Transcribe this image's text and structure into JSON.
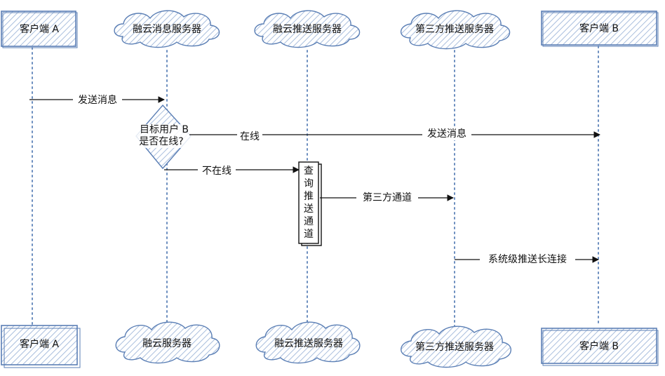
{
  "participants_top": [
    {
      "id": "client-a",
      "label": "客户端 A",
      "shape": "box"
    },
    {
      "id": "rong-msg",
      "label": "融云消息服务器",
      "shape": "cloud"
    },
    {
      "id": "rong-push",
      "label": "融云推送服务器",
      "shape": "cloud"
    },
    {
      "id": "third-push",
      "label": "第三方推送服务器",
      "shape": "cloud"
    },
    {
      "id": "client-b",
      "label": "客户端 B",
      "shape": "box"
    }
  ],
  "participants_bottom": [
    {
      "id": "client-a",
      "label": "客户端 A",
      "shape": "box"
    },
    {
      "id": "rong-msg",
      "label": "融云服务器",
      "shape": "cloud"
    },
    {
      "id": "rong-push",
      "label": "融云推送服务器",
      "shape": "cloud"
    },
    {
      "id": "third-push",
      "label": "第三方推送服务器",
      "shape": "cloud"
    },
    {
      "id": "client-b",
      "label": "客户端 B",
      "shape": "box"
    }
  ],
  "decision": {
    "line1": "目标用户 B",
    "line2": "是否在线?"
  },
  "activation": {
    "chars": [
      "查",
      "询",
      "推",
      "送",
      "通",
      "道"
    ]
  },
  "messages": {
    "send": "发送消息",
    "online": "在线",
    "send_to_b": "发送消息",
    "offline": "不在线",
    "third_channel": "第三方通道",
    "system_push": "系统级推送长连接"
  },
  "colors": {
    "accent": "#5b7fb5",
    "lifeline": "#6c8ebf",
    "hatch": "#9fb6d8"
  }
}
